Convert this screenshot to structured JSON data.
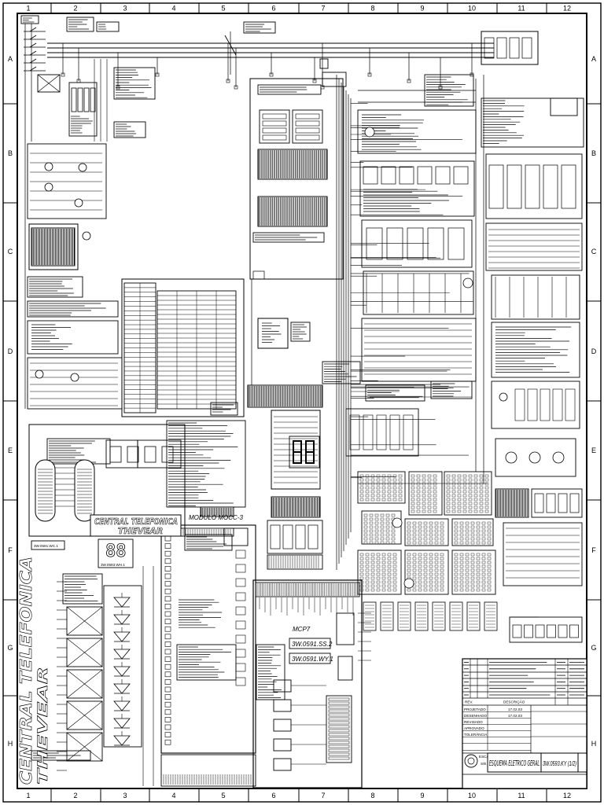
{
  "drawing": {
    "title": "ESQUEMA ELETRICO GERAL",
    "number": "3W.0593.KY (1/2)",
    "scale_label": "ESCALA",
    "scale_value": "S/E"
  },
  "border": {
    "columns": [
      "1",
      "2",
      "3",
      "4",
      "5",
      "6",
      "7",
      "8",
      "9",
      "10",
      "11",
      "12"
    ],
    "rows": [
      "A",
      "B",
      "C",
      "D",
      "E",
      "F",
      "G",
      "H"
    ]
  },
  "labels": {
    "central_telefonica": "CENTRAL TELEFONICA",
    "thevear": "THEVEAR",
    "mcp7": "MCP7",
    "mcp7_code_1": "3W.0591.SS.2",
    "mcp7_code_2": "3W.0591.WY.1",
    "display_digits": "88",
    "display_code": "3W.0593.WH.1",
    "left_module_code": "3W.0591.WC.1",
    "module": "MODULO MOCC-3"
  },
  "title_block": {
    "rev_header": "REV.",
    "description_header": "DESCRIÇÃO",
    "fields": [
      {
        "label": "PROJETADO",
        "date": "17.02.03"
      },
      {
        "label": "DESENHADO",
        "date": "17.02.03"
      },
      {
        "label": "REVISADO",
        "date": ""
      },
      {
        "label": "APROVADO",
        "date": ""
      },
      {
        "label": "TOLERÂNCIA",
        "date": ""
      }
    ]
  }
}
